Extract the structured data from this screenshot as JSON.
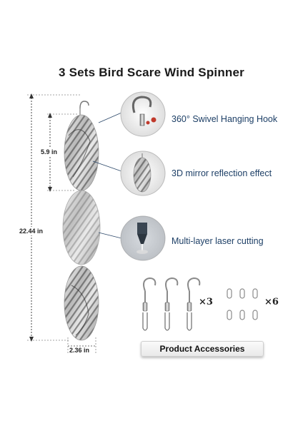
{
  "title": "3 Sets Bird Scare Wind Spinner",
  "dimensions": {
    "total_length": "22.44 in",
    "segment_length": "5.9 in",
    "width": "2.36 in"
  },
  "features": [
    {
      "label": "360° Swivel Hanging Hook",
      "icon": "swivel-hook-icon"
    },
    {
      "label": "3D mirror reflection effect",
      "icon": "mirror-spinner-icon"
    },
    {
      "label": "Multi-layer laser cutting",
      "icon": "laser-cutter-icon"
    }
  ],
  "accessories": {
    "hooks_qty": "×3",
    "clips_qty": "×6",
    "label": "Product Accessories"
  },
  "colors": {
    "feature_text": "#1d3f66",
    "callout_line": "#2e4a6b"
  }
}
